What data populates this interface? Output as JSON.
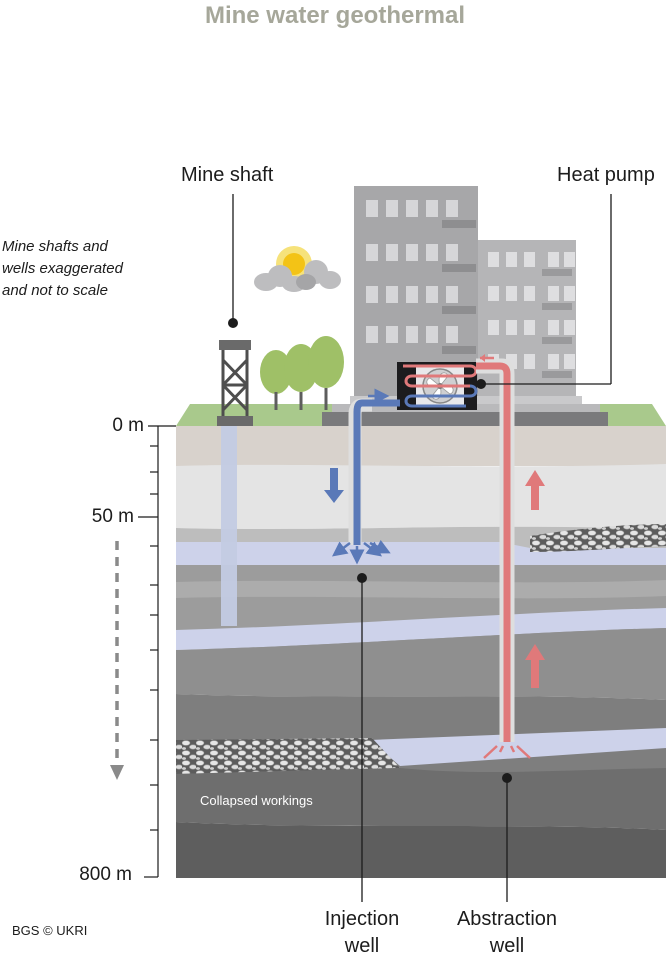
{
  "title": "Mine water geothermal",
  "labels": {
    "mine_shaft": "Mine shaft",
    "heat_pump": "Heat pump",
    "note_lines": [
      "Mine shafts and",
      "wells exaggerated",
      "and not to scale"
    ],
    "injection_well": [
      "Injection",
      "well"
    ],
    "abstraction_well": [
      "Abstraction",
      "well"
    ],
    "collapsed_workings": "Collapsed workings",
    "depth_top": "0 m",
    "depth_mid": "50 m",
    "depth_bottom": "800 m",
    "credit": "BGS © UKRI"
  },
  "colors": {
    "title": "#a6a79a",
    "cold_water": "#5a79b8",
    "warm_water": "#e0797a",
    "water_layer": "#cdd2ea",
    "grass": "#a9c98c",
    "building": "#a7a7a9"
  },
  "icons": [
    "sun-icon",
    "cloud-icon",
    "tree-icon",
    "headframe-icon",
    "fan-icon",
    "arrow-down-icon",
    "arrow-up-icon"
  ]
}
